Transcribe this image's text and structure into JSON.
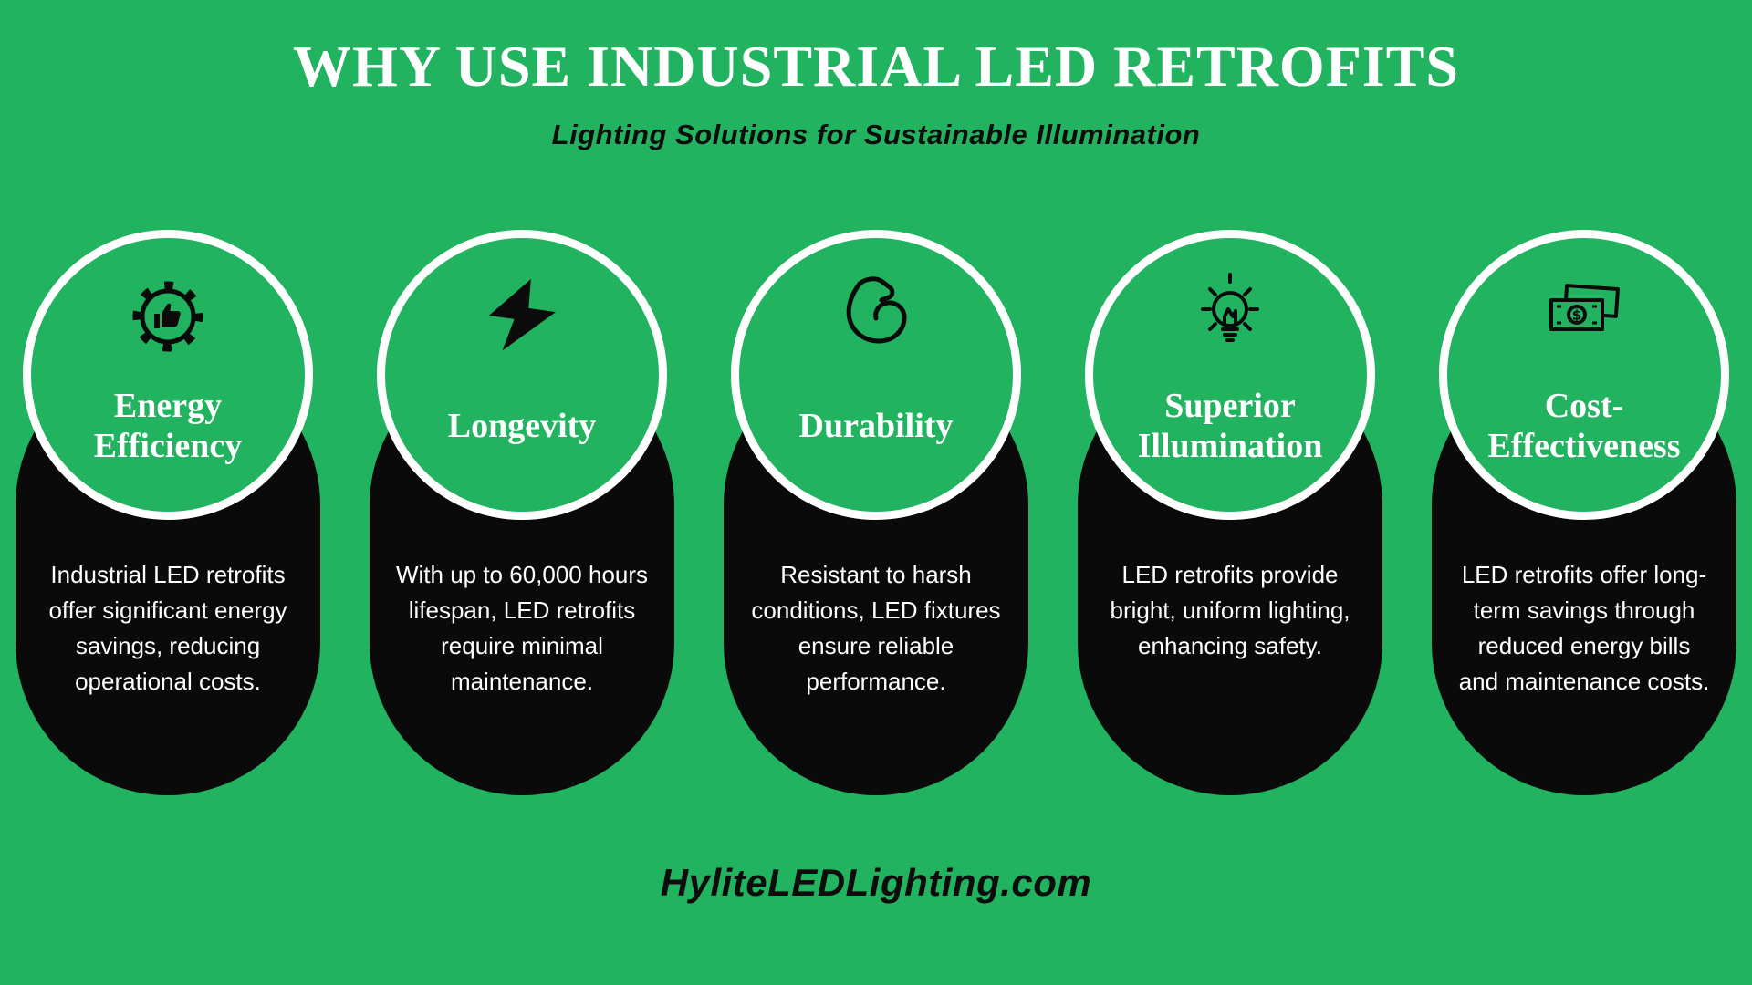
{
  "colors": {
    "background": "#22b360",
    "card_pill": "#0a0a0a",
    "circle_border": "#ffffff",
    "title_text": "#ffffff",
    "dark_text": "#0d0d0d"
  },
  "header": {
    "title": "WHY USE INDUSTRIAL LED RETROFITS",
    "subtitle": "Lighting Solutions for Sustainable Illumination"
  },
  "cards": [
    {
      "title": "Energy Efficiency",
      "icon": "gear-thumbs-up-icon",
      "description": "Industrial LED retrofits offer significant energy savings, reducing operational costs."
    },
    {
      "title": "Longevity",
      "icon": "lightning-bolt-icon",
      "description": "With up to 60,000 hours lifespan, LED retrofits require minimal maintenance."
    },
    {
      "title": "Durability",
      "icon": "flexed-bicep-icon",
      "description": "Resistant to harsh conditions, LED fixtures ensure reliable performance."
    },
    {
      "title": "Superior Illumination",
      "icon": "light-bulb-icon",
      "description": "LED retrofits provide bright, uniform lighting, enhancing safety."
    },
    {
      "title": "Cost-Effectiveness",
      "icon": "money-bills-icon",
      "description": "LED retrofits offer long-term savings through reduced energy bills and maintenance costs."
    }
  ],
  "footer": {
    "website": "HyliteLEDLighting.com"
  }
}
